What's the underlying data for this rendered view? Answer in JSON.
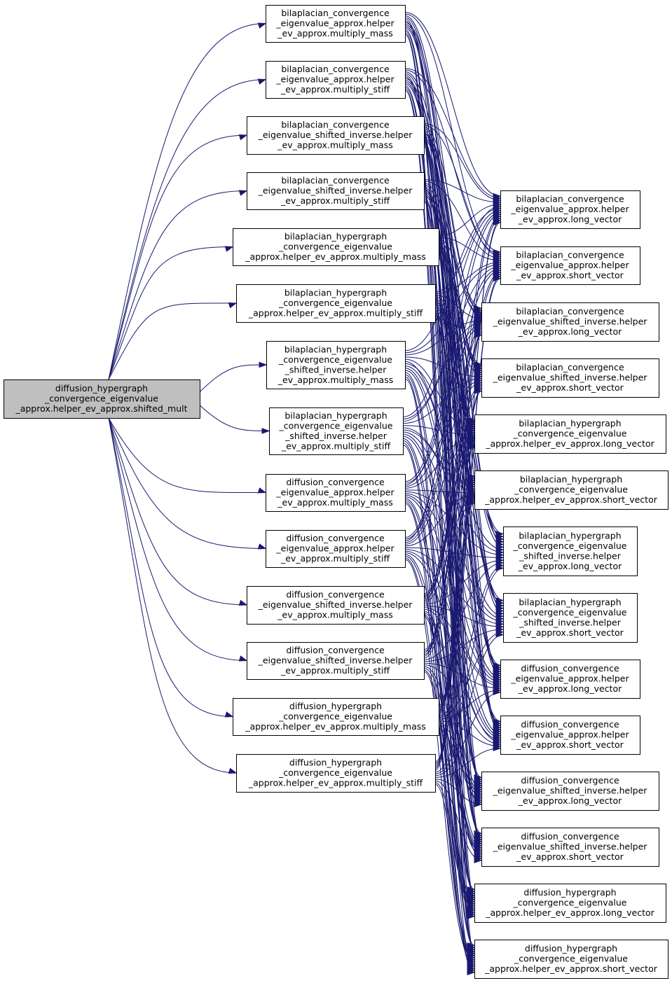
{
  "graph": {
    "root": {
      "id": "root",
      "lines": [
        "diffusion_hypergraph",
        "_convergence_eigenvalue",
        "_approx.helper_ev_approx.shifted_mult"
      ]
    },
    "callees": [
      {
        "id": "c1",
        "lines": [
          "bilaplacian_convergence",
          "_eigenvalue_approx.helper",
          "_ev_approx.multiply_mass"
        ]
      },
      {
        "id": "c2",
        "lines": [
          "bilaplacian_convergence",
          "_eigenvalue_approx.helper",
          "_ev_approx.multiply_stiff"
        ]
      },
      {
        "id": "c3",
        "lines": [
          "bilaplacian_convergence",
          "_eigenvalue_shifted_inverse.helper",
          "_ev_approx.multiply_mass"
        ]
      },
      {
        "id": "c4",
        "lines": [
          "bilaplacian_convergence",
          "_eigenvalue_shifted_inverse.helper",
          "_ev_approx.multiply_stiff"
        ]
      },
      {
        "id": "c5",
        "lines": [
          "bilaplacian_hypergraph",
          "_convergence_eigenvalue",
          "_approx.helper_ev_approx.multiply_mass"
        ]
      },
      {
        "id": "c6",
        "lines": [
          "bilaplacian_hypergraph",
          "_convergence_eigenvalue",
          "_approx.helper_ev_approx.multiply_stiff"
        ]
      },
      {
        "id": "c7",
        "lines": [
          "bilaplacian_hypergraph",
          "_convergence_eigenvalue",
          "_shifted_inverse.helper",
          "_ev_approx.multiply_mass"
        ]
      },
      {
        "id": "c8",
        "lines": [
          "bilaplacian_hypergraph",
          "_convergence_eigenvalue",
          "_shifted_inverse.helper",
          "_ev_approx.multiply_stiff"
        ]
      },
      {
        "id": "c9",
        "lines": [
          "diffusion_convergence",
          "_eigenvalue_approx.helper",
          "_ev_approx.multiply_mass"
        ]
      },
      {
        "id": "c10",
        "lines": [
          "diffusion_convergence",
          "_eigenvalue_approx.helper",
          "_ev_approx.multiply_stiff"
        ]
      },
      {
        "id": "c11",
        "lines": [
          "diffusion_convergence",
          "_eigenvalue_shifted_inverse.helper",
          "_ev_approx.multiply_mass"
        ]
      },
      {
        "id": "c12",
        "lines": [
          "diffusion_convergence",
          "_eigenvalue_shifted_inverse.helper",
          "_ev_approx.multiply_stiff"
        ]
      },
      {
        "id": "c13",
        "lines": [
          "diffusion_hypergraph",
          "_convergence_eigenvalue",
          "_approx.helper_ev_approx.multiply_mass"
        ]
      },
      {
        "id": "c14",
        "lines": [
          "diffusion_hypergraph",
          "_convergence_eigenvalue",
          "_approx.helper_ev_approx.multiply_stiff"
        ]
      }
    ],
    "leaves": [
      {
        "id": "l1",
        "lines": [
          "bilaplacian_convergence",
          "_eigenvalue_approx.helper",
          "_ev_approx.long_vector"
        ]
      },
      {
        "id": "l2",
        "lines": [
          "bilaplacian_convergence",
          "_eigenvalue_approx.helper",
          "_ev_approx.short_vector"
        ]
      },
      {
        "id": "l3",
        "lines": [
          "bilaplacian_convergence",
          "_eigenvalue_shifted_inverse.helper",
          "_ev_approx.long_vector"
        ]
      },
      {
        "id": "l4",
        "lines": [
          "bilaplacian_convergence",
          "_eigenvalue_shifted_inverse.helper",
          "_ev_approx.short_vector"
        ]
      },
      {
        "id": "l5",
        "lines": [
          "bilaplacian_hypergraph",
          "_convergence_eigenvalue",
          "_approx.helper_ev_approx.long_vector"
        ]
      },
      {
        "id": "l6",
        "lines": [
          "bilaplacian_hypergraph",
          "_convergence_eigenvalue",
          "_approx.helper_ev_approx.short_vector"
        ]
      },
      {
        "id": "l7",
        "lines": [
          "bilaplacian_hypergraph",
          "_convergence_eigenvalue",
          "_shifted_inverse.helper",
          "_ev_approx.long_vector"
        ]
      },
      {
        "id": "l8",
        "lines": [
          "bilaplacian_hypergraph",
          "_convergence_eigenvalue",
          "_shifted_inverse.helper",
          "_ev_approx.short_vector"
        ]
      },
      {
        "id": "l9",
        "lines": [
          "diffusion_convergence",
          "_eigenvalue_approx.helper",
          "_ev_approx.long_vector"
        ]
      },
      {
        "id": "l10",
        "lines": [
          "diffusion_convergence",
          "_eigenvalue_approx.helper",
          "_ev_approx.short_vector"
        ]
      },
      {
        "id": "l11",
        "lines": [
          "diffusion_convergence",
          "_eigenvalue_shifted_inverse.helper",
          "_ev_approx.long_vector"
        ]
      },
      {
        "id": "l12",
        "lines": [
          "diffusion_convergence",
          "_eigenvalue_shifted_inverse.helper",
          "_ev_approx.short_vector"
        ]
      },
      {
        "id": "l13",
        "lines": [
          "diffusion_hypergraph",
          "_convergence_eigenvalue",
          "_approx.helper_ev_approx.long_vector"
        ]
      },
      {
        "id": "l14",
        "lines": [
          "diffusion_hypergraph",
          "_convergence_eigenvalue",
          "_approx.helper_ev_approx.short_vector"
        ]
      }
    ],
    "edge_color": "#191970",
    "root_fill": "#bfbfbf"
  }
}
